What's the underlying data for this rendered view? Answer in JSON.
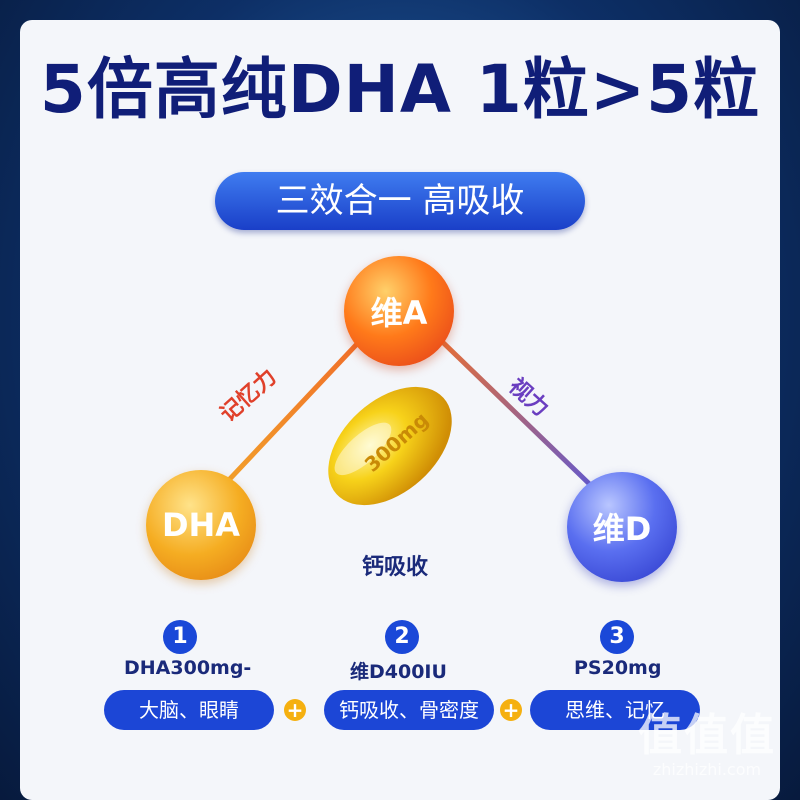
{
  "header": {
    "title": "5倍高纯DHA 1粒>5粒",
    "subtitle": "三效合一 高吸收"
  },
  "diagram": {
    "nodes": {
      "top": "维A",
      "left": "DHA",
      "right": "维D"
    },
    "edges": {
      "left_edge": "记忆力",
      "right_edge": "视力",
      "bottom_edge": "钙吸收"
    },
    "capsule_label": "300mg"
  },
  "items": [
    {
      "number": "1",
      "spec": "DHA300mg-",
      "benefit": "大脑、眼睛"
    },
    {
      "number": "2",
      "spec": "维D400IU",
      "benefit": "钙吸收、骨密度"
    },
    {
      "number": "3",
      "spec": "PS20mg",
      "benefit": "思维、记忆"
    }
  ],
  "plus_symbol": "+",
  "watermark": {
    "logo": "值值值",
    "url": "zhizhizhi.com"
  },
  "colors": {
    "title": "#101e78",
    "pill": "#1a3fc8",
    "benefit_bg": "#1c46d6",
    "plus": "#f5b010"
  }
}
